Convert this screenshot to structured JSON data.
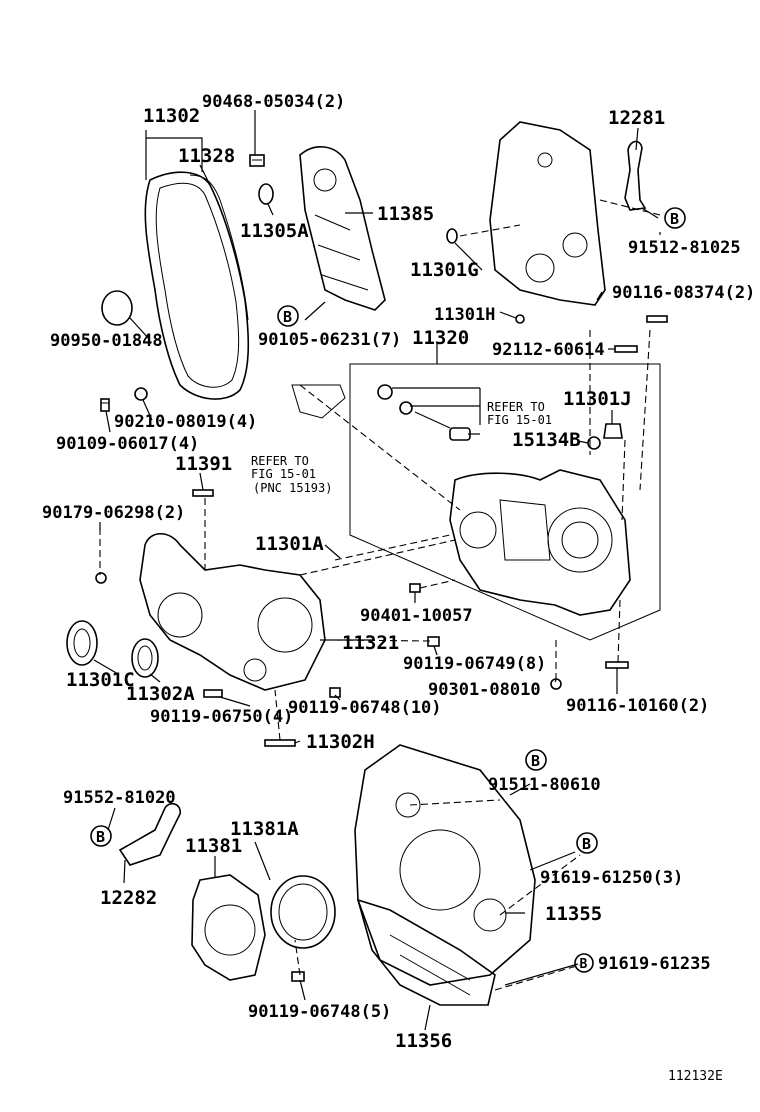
{
  "labels": {
    "l11302": "11302",
    "l90468": "90468-05034(2)",
    "l11328": "11328",
    "l11305A": "11305A",
    "l11385": "11385",
    "l90950": "90950-01848",
    "l90105": "90105-06231(7)",
    "l90210": "90210-08019(4)",
    "l90109": "90109-06017(4)",
    "l12281": "12281",
    "l91512": "91512-81025",
    "l11301G": "11301G",
    "l90116a": "90116-08374(2)",
    "l11301H": "11301H",
    "l11320": "11320",
    "l92112": "92112-60614",
    "l11301J": "11301J",
    "l15134B": "15134B",
    "l11391": "11391",
    "l90179": "90179-06298(2)",
    "l11301A": "11301A",
    "l90401": "90401-10057",
    "l11321": "11321",
    "l11301C": "11301C",
    "l11302A": "11302A",
    "l90119a": "90119-06749(8)",
    "l90301": "90301-08010",
    "l90116b": "90116-10160(2)",
    "l90119b": "90119-06750(4)",
    "l90119c": "90119-06748(10)",
    "l11302H": "11302H",
    "l91552": "91552-81020",
    "l91511": "91511-80610",
    "l11381A": "11381A",
    "l11381": "11381",
    "l12282": "12282",
    "l91619a": "91619-61250(3)",
    "l11355": "11355",
    "l91619b": "91619-61235",
    "l90119d": "90119-06748(5)",
    "l11356": "11356"
  },
  "refs": {
    "refer1_line1": "REFER TO",
    "refer1_line2": "FIG 15-01",
    "refer2_line1": "REFER TO",
    "refer2_line2": "FIG 15-01",
    "refer2_line3": "(PNC 15193)"
  },
  "callout_letter": "B",
  "figure_id": "112132E"
}
